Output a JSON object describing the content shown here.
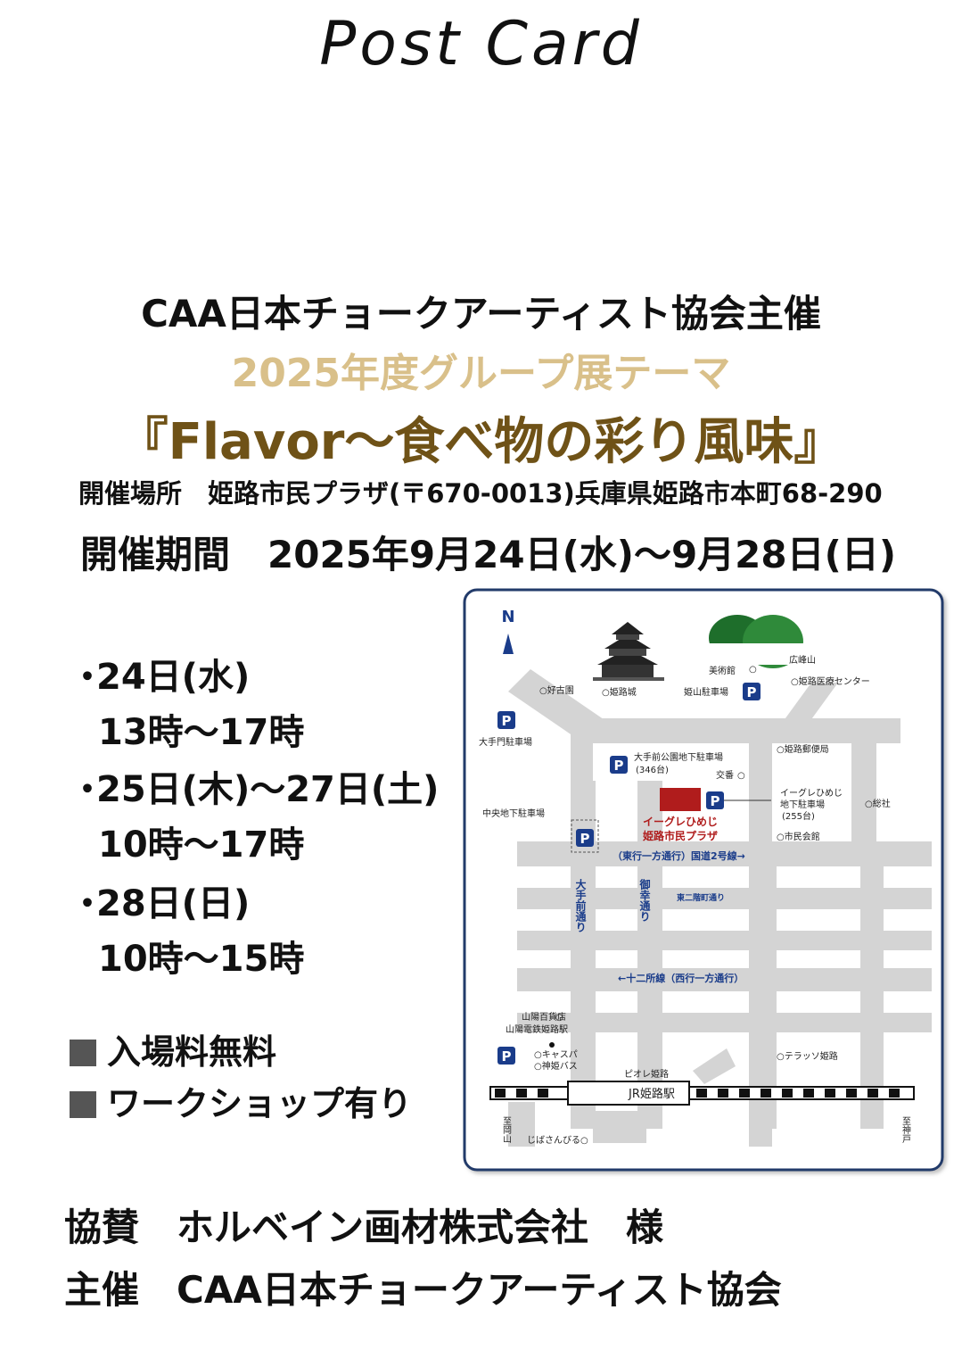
{
  "header": {
    "postcard": "Post Card"
  },
  "event": {
    "organizer_line": "CAA日本チョークアーティスト協会主催",
    "theme_line": "2025年度グループ展テーマ",
    "title": "『Flavor～食べ物の彩り風味』",
    "venue": "開催場所　姫路市民プラザ(〒670-0013)兵庫県姫路市本町68-290",
    "period": "開催期間　2025年9月24日(水)～9月28日(日)"
  },
  "schedule": [
    {
      "bullet": "・",
      "day": "24日(水)",
      "time": "13時～17時"
    },
    {
      "bullet": "・",
      "day": "25日(木)～27日(土)",
      "time": "10時～17時"
    },
    {
      "bullet": "・",
      "day": "28日(日)",
      "time": "10時～15時"
    }
  ],
  "notes": [
    "入場料無料",
    "ワークショップ有り"
  ],
  "footer": {
    "sponsor": "協賛　ホルベイン画材株式会社　様",
    "host": "主催　CAA日本チョークアーティスト協会"
  },
  "colors": {
    "theme": "#d9c08a",
    "title": "#6f5217",
    "venue_marker": "#b01c1c",
    "route_text": "#1a3c8a",
    "map_border": "#243b6b"
  },
  "map": {
    "north": "N",
    "hill": "広峰山",
    "museum": "美術館",
    "koko_en": "好古園",
    "himeji_castle": "姫路城",
    "himeyama_parking": "姫山駐車場",
    "medical_center": "姫路医療センター",
    "otemon_parking": "大手門駐車場",
    "otemae_park_parking": "大手前公園地下駐車場",
    "otemae_park_capacity": "(346台)",
    "post_office": "姫路郵便局",
    "police_box": "交番",
    "eagle_parking_name": "イーグレひめじ",
    "eagle_parking_sub": "地下駐車場",
    "eagle_parking_capacity": "(255台)",
    "soja": "総社",
    "chuo_parking": "中央地下駐車場",
    "venue_label_1": "イーグレひめじ",
    "venue_label_2": "姫路市民プラザ",
    "civic_hall": "市民会館",
    "route2": "（東行一方通行）国道2号線→",
    "otemae_street": "大手前通り",
    "miyuki_street": "御幸通り",
    "east_futakai": "東二階町通り",
    "junisho": "←十二所線（西行一方通行）",
    "sanyo_dept": "山陽百貨店",
    "sanyo_station": "山陽電鉄姫路駅",
    "kyaspa": "キャスパ",
    "shinki_bus": "神姫バス",
    "terrasse": "テラッソ姫路",
    "piole": "ピオレ姫路",
    "jr_station": "JR姫路駅",
    "to_okayama": "至岡山",
    "to_kobe": "至神戸",
    "jibasan": "じばさんびる",
    "parking_symbol": "P"
  }
}
